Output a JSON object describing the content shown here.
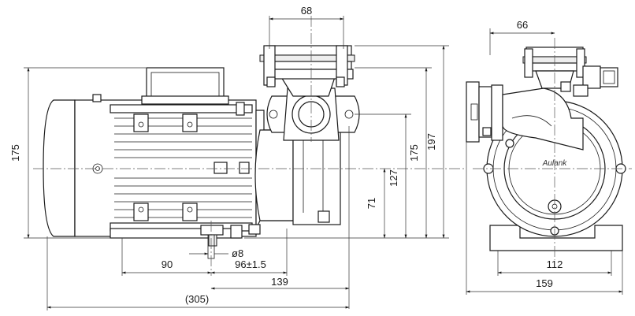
{
  "side_view": {
    "dim_top": "68",
    "dim_left_height": "175",
    "dim_outlet_height": "197",
    "dim_inlet_height": "175",
    "dim_127": "127",
    "dim_71": "71",
    "dim_shaft": "ø8",
    "dim_90": "90",
    "dim_96": "96±1.5",
    "dim_139": "139",
    "dim_overall": "(305)"
  },
  "front_view": {
    "dim_66": "66",
    "dim_112": "112",
    "dim_159": "159",
    "brand": "Aulank"
  },
  "colors": {
    "line": "#1a1a1a",
    "fill": "#ffffff",
    "shade": "#eeeeee"
  }
}
